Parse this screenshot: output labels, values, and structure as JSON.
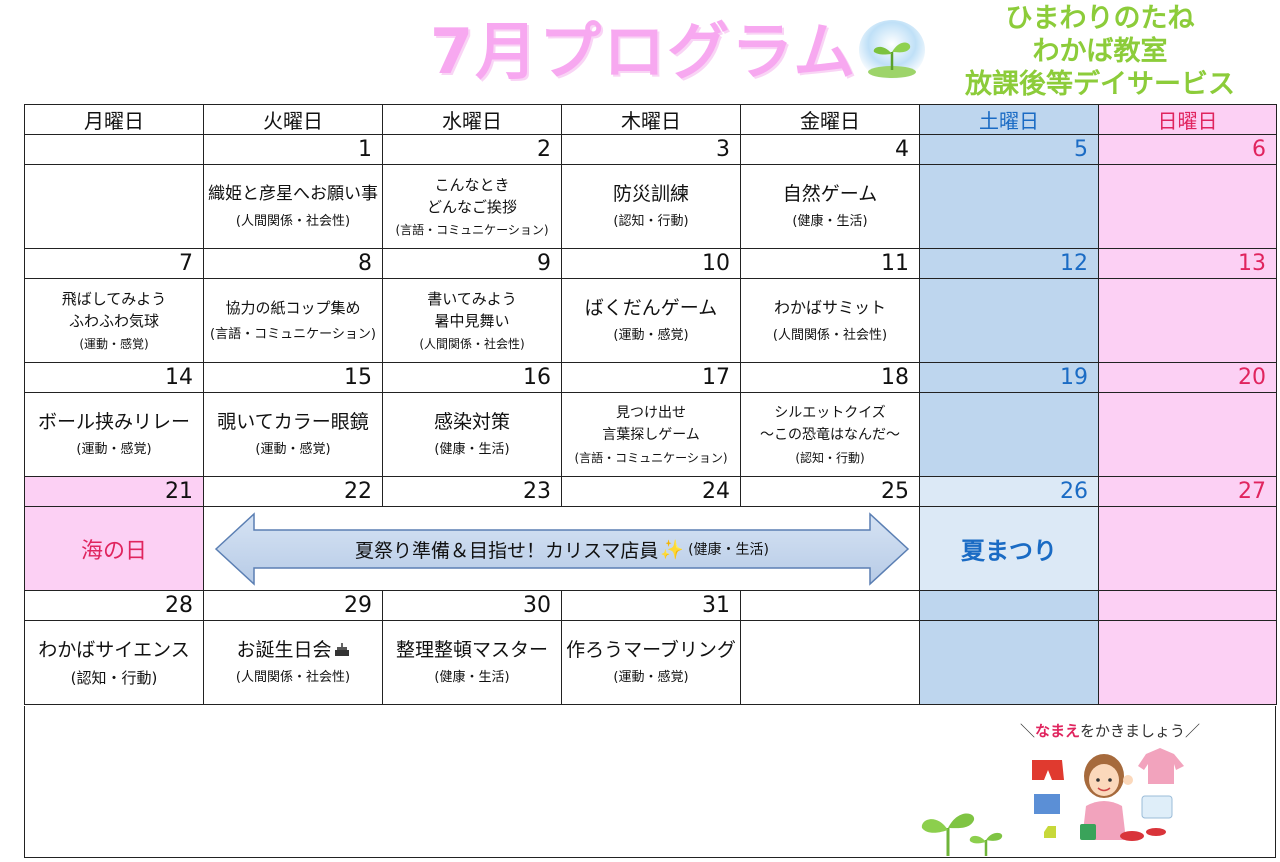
{
  "header": {
    "title": "7月プログラム",
    "org": [
      "ひまわりのたね",
      "わかば教室",
      "放課後等デイサービス"
    ]
  },
  "days": [
    "月曜日",
    "火曜日",
    "水曜日",
    "木曜日",
    "金曜日",
    "土曜日",
    "日曜日"
  ],
  "week1": {
    "nums": [
      "",
      "1",
      "2",
      "3",
      "4",
      "5",
      "6"
    ],
    "events": [
      null,
      {
        "title": "織姫と彦星へお願い事",
        "sub": "(人間関係・社会性)"
      },
      {
        "title": "こんなとき",
        "title2": "どんなご挨拶",
        "sub": "(言語・コミュニケーション)"
      },
      {
        "title": "防災訓練",
        "sub": "(認知・行動)"
      },
      {
        "title": "自然ゲーム",
        "sub": "(健康・生活)"
      },
      null,
      null
    ]
  },
  "week2": {
    "nums": [
      "7",
      "8",
      "9",
      "10",
      "11",
      "12",
      "13"
    ],
    "events": [
      {
        "title": "飛ばしてみよう",
        "title2": "ふわふわ気球",
        "sub": "(運動・感覚)"
      },
      {
        "title": "協力の紙コップ集め",
        "sub": "(言語・コミュニケーション)"
      },
      {
        "title": "書いてみよう",
        "title2": "暑中見舞い",
        "sub": "(人間関係・社会性)"
      },
      {
        "title": "ばくだんゲーム",
        "sub": "(運動・感覚)"
      },
      {
        "title": "わかばサミット",
        "sub": "(人間関係・社会性)"
      },
      null,
      null
    ]
  },
  "week3": {
    "nums": [
      "14",
      "15",
      "16",
      "17",
      "18",
      "19",
      "20"
    ],
    "events": [
      {
        "title": "ボール挟みリレー",
        "sub": "(運動・感覚)"
      },
      {
        "title": "覗いてカラー眼鏡",
        "sub": "(運動・感覚)"
      },
      {
        "title": "感染対策",
        "sub": "(健康・生活)"
      },
      {
        "title": "見つけ出せ",
        "title2": "言葉探しゲーム",
        "sub": "(言語・コミュニケーション)"
      },
      {
        "title": "シルエットクイズ",
        "title2": "～この恐竜はなんだ～",
        "sub": "(認知・行動)"
      },
      null,
      null
    ]
  },
  "week4": {
    "nums": [
      "21",
      "22",
      "23",
      "24",
      "25",
      "26",
      "27"
    ],
    "holiday": "海の日",
    "banner": "夏祭り準備＆目指せ！カリスマ店員",
    "banner_sub": "(健康・生活)",
    "saturday_event": "夏まつり"
  },
  "week5": {
    "nums": [
      "28",
      "29",
      "30",
      "31",
      "",
      "",
      ""
    ],
    "events": [
      {
        "title": "わかばサイエンス",
        "sub": "(認知・行動)"
      },
      {
        "title": "お誕生日会",
        "sub": "(人間関係・社会性)"
      },
      {
        "title": "整理整頓マスター",
        "sub": "(健康・生活)"
      },
      {
        "title": "作ろうマーブリング",
        "sub": "(運動・感覚)"
      },
      null,
      null,
      null
    ]
  },
  "footer": {
    "name_prompt_accent": "なまえ",
    "name_prompt_rest": "をかきましょう"
  },
  "colors": {
    "saturday": "#bed6ee",
    "sunday": "#fcd0f4",
    "title_pink": "#f7a8f0",
    "org_green": "#8ccc3a"
  },
  "icons": [
    "sprout-icon",
    "cake-icon",
    "sparkle-icon",
    "arrow-banner",
    "girl-illustration",
    "clothes-illustration"
  ]
}
